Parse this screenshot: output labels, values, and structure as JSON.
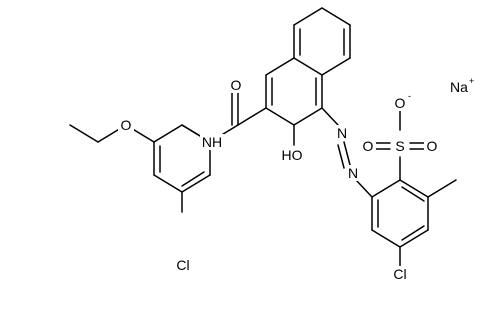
{
  "labels": {
    "carbonyl_o": "O",
    "amide_nh": "NH",
    "hydroxyl": "HO",
    "azo_n1": "N",
    "azo_n2": "N",
    "ether_o": "O",
    "chloro_aniline": "Cl",
    "chloro_ring": "Cl",
    "sulfur": "S",
    "sulfonate_o_top": "O",
    "sulfonate_o_left": "O",
    "sulfonate_o_right": "O",
    "sulfonate_charge": "-",
    "sodium": "Na",
    "sodium_charge": "+"
  }
}
